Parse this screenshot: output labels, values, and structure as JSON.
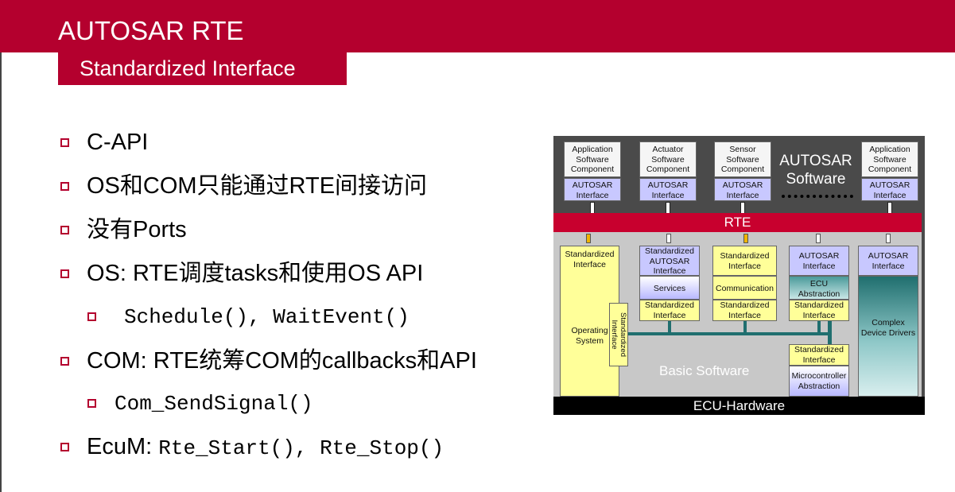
{
  "header": {
    "title": "AUTOSAR RTE",
    "subtitle": "Standardized Interface"
  },
  "bullets": [
    {
      "level": 1,
      "text": "C-API"
    },
    {
      "level": 1,
      "text": "OS和COM只能通过RTE间接访问"
    },
    {
      "level": 1,
      "text": "没有Ports"
    },
    {
      "level": 1,
      "text": "OS: RTE调度tasks和使用OS API"
    },
    {
      "level": 2,
      "text": "Schedule(), WaitEvent()"
    },
    {
      "level": 1,
      "text": "COM: RTE统筹COM的callbacks和API"
    },
    {
      "level": 2,
      "text": "Com_SendSignal()"
    },
    {
      "level": 1,
      "text": "EcuM: ",
      "code": "Rte_Start(), Rte_Stop()"
    }
  ],
  "diagram": {
    "swcs": [
      {
        "name": "Application Software Component",
        "iface": "AUTOSAR Interface"
      },
      {
        "name": "Actuator Software Component",
        "iface": "AUTOSAR Interface"
      },
      {
        "name": "Sensor Software Component",
        "iface": "AUTOSAR Interface"
      },
      {
        "name": "Application Software Component",
        "iface": "AUTOSAR Interface"
      }
    ],
    "autosar_software": "AUTOSAR Software",
    "rte": "RTE",
    "basic_software": "Basic Software",
    "ecu_hardware": "ECU-Hardware",
    "os": {
      "iface": "Standardized Interface",
      "name": "Operating System",
      "side_iface": "Standardized Interface"
    },
    "services": {
      "iface": "Standardized AUTOSAR Interface",
      "name": "Services",
      "lower_iface": "Standardized Interface"
    },
    "communication": {
      "iface": "Standardized Interface",
      "name": "Communication",
      "lower_iface": "Standardized Interface"
    },
    "ecu_abstraction": {
      "iface": "AUTOSAR Interface",
      "name": "ECU Abstraction",
      "lower_iface": "Standardized Interface"
    },
    "mcal": {
      "iface": "Standardized Interface",
      "name": "Microcontroller Abstraction"
    },
    "cdd": {
      "iface": "AUTOSAR Interface",
      "name": "Complex Device Drivers"
    },
    "colors": {
      "brand_red": "#b4002e",
      "rte_red": "#c8002e",
      "interface_lavender": "#c8c8ff",
      "standard_yellow": "#ffff99",
      "link_teal": "#206f6f"
    }
  }
}
